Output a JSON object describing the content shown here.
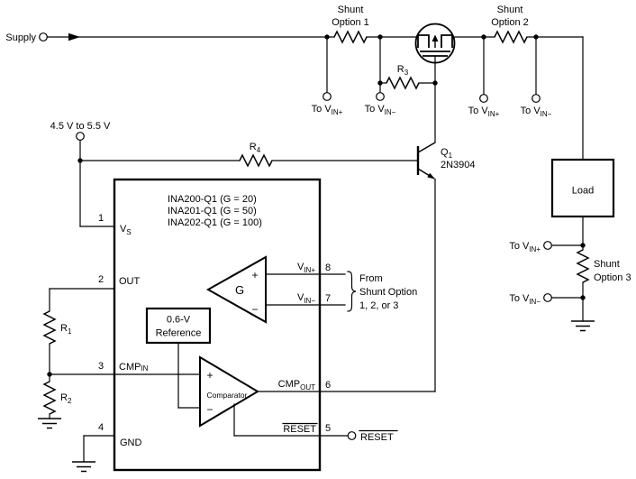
{
  "supply_label": "Supply",
  "vcc_label": "4.5 V to 5.5 V",
  "shunt1": {
    "l1": "Shunt",
    "l2": "Option 1"
  },
  "shunt2": {
    "l1": "Shunt",
    "l2": "Option 2"
  },
  "shunt3": {
    "l1": "Shunt",
    "l2": "Option 3"
  },
  "to_vin_plus": {
    "base": "To V",
    "sub": "IN+"
  },
  "to_vin_minus": {
    "base": "To V",
    "sub": "IN−"
  },
  "r1": {
    "base": "R",
    "sub": "1"
  },
  "r2": {
    "base": "R",
    "sub": "2"
  },
  "r3": {
    "base": "R",
    "sub": "3"
  },
  "r4": {
    "base": "R",
    "sub": "4"
  },
  "q1": {
    "base": "Q",
    "sub": "1",
    "part": "2N3904"
  },
  "load_label": "Load",
  "ic": {
    "variant1": "INA200-Q1 (G = 20)",
    "variant2": "INA201-Q1 (G = 50)",
    "variant3": "INA202-Q1 (G = 100)",
    "pin1": {
      "num": "1",
      "base": "V",
      "sub": "S"
    },
    "pin2": {
      "num": "2",
      "name": "OUT"
    },
    "pin3": {
      "num": "3",
      "base": "CMP",
      "sub": "IN"
    },
    "pin4": {
      "num": "4",
      "name": "GND"
    },
    "pin5": {
      "num": "5",
      "name": "RESET"
    },
    "pin6": {
      "num": "6",
      "base": "CMP",
      "sub": "OUT"
    },
    "pin7": {
      "num": "7",
      "base": "V",
      "sub": "IN−"
    },
    "pin8": {
      "num": "8",
      "base": "V",
      "sub": "IN+"
    },
    "gain": "G",
    "plus": "+",
    "minus": "−",
    "comparator_label": "Comparator",
    "reference": {
      "l1": "0.6-V",
      "l2": "Reference"
    }
  },
  "reset_label": "RESET",
  "from_shunt": {
    "l1": "From",
    "l2": "Shunt Option",
    "l3": "1, 2, or 3"
  },
  "colors": {
    "line": "#000000",
    "bg": "#ffffff"
  }
}
